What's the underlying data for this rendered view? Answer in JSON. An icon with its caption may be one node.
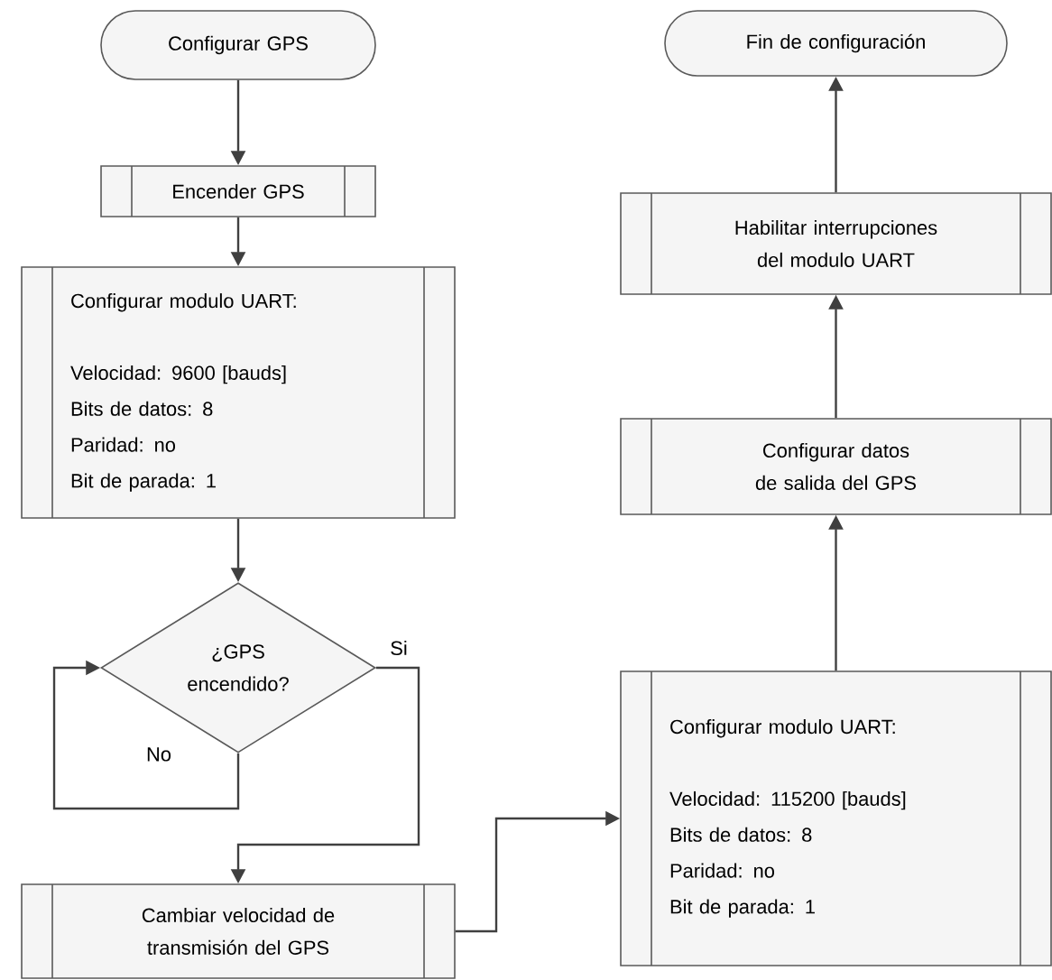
{
  "diagram": {
    "nodes": [
      {
        "text": [
          "Configurar GPS"
        ]
      },
      {
        "text": [
          "Encender GPS"
        ]
      },
      {
        "text": [
          "Configurar modulo UART:",
          "Velocidad: 9600 [bauds]",
          "Bits de datos: 8",
          "Paridad: no",
          "Bit de parada: 1"
        ]
      },
      {
        "text": [
          "¿GPS encendido?"
        ]
      },
      {
        "text": [
          "Cambiar velocidad de transmisión del GPS"
        ]
      },
      {
        "text": [
          "Configurar modulo UART:",
          "Velocidad: 115200 [bauds]",
          "Bits de datos: 8",
          "Paridad: no",
          "Bit de parada: 1"
        ]
      },
      {
        "text": [
          "Configurar datos de salida del GPS"
        ]
      },
      {
        "text": [
          "Habilitar interrupciones del modulo UART"
        ]
      },
      {
        "text": [
          "Fin de configuración"
        ]
      }
    ],
    "edges": [
      {
        "from": 0,
        "to": 1,
        "arrow": "to"
      },
      {
        "from": 1,
        "to": 2,
        "arrow": "to"
      },
      {
        "from": 2,
        "to": 3,
        "arrow": "to"
      },
      {
        "from": 3,
        "to": 3,
        "arrow": "to",
        "label": "No"
      },
      {
        "from": 3,
        "to": 4,
        "arrow": "to",
        "label": "Si"
      },
      {
        "from": 4,
        "to": 5,
        "arrow": "to"
      },
      {
        "from": 5,
        "to": 6,
        "arrow": "to"
      },
      {
        "from": 6,
        "to": 7,
        "arrow": "to"
      },
      {
        "from": 7,
        "to": 8,
        "arrow": "to"
      }
    ]
  }
}
